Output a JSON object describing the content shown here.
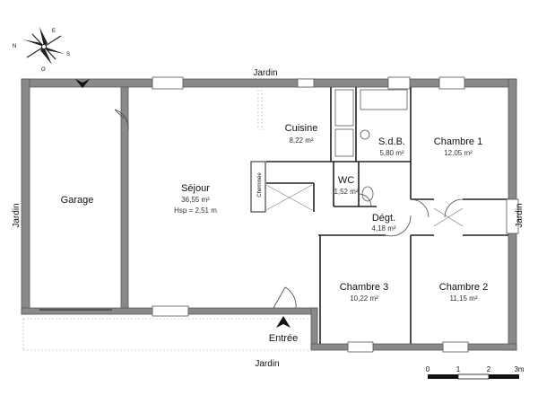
{
  "labels": {
    "jardin_top": "Jardin",
    "jardin_bottom": "Jardin",
    "jardin_left": "Jardin",
    "jardin_right": "Jardin",
    "entree": "Entrée",
    "cheminee": "Cheminée"
  },
  "rooms": {
    "garage": {
      "name": "Garage"
    },
    "sejour": {
      "name": "Séjour",
      "area": "36,55 m²",
      "hsp": "Hsp = 2,51 m"
    },
    "cuisine": {
      "name": "Cuisine",
      "area": "8,22 m²"
    },
    "sdb": {
      "name": "S.d.B.",
      "area": "5,80 m²"
    },
    "chambre1": {
      "name": "Chambre 1",
      "area": "12,05 m²"
    },
    "wc": {
      "name": "WC",
      "area": "1,52 m²"
    },
    "degt": {
      "name": "Dégt.",
      "area": "4,18 m²"
    },
    "chambre3": {
      "name": "Chambre 3",
      "area": "10,22 m²"
    },
    "chambre2": {
      "name": "Chambre 2",
      "area": "11,15 m²"
    }
  },
  "scale": {
    "ticks": [
      "0",
      "1",
      "2",
      "3m"
    ]
  },
  "compass": {
    "n": "N",
    "e": "E",
    "s": "S",
    "o": "O"
  },
  "colors": {
    "wall": "#8a8a8a",
    "ink": "#222222"
  }
}
